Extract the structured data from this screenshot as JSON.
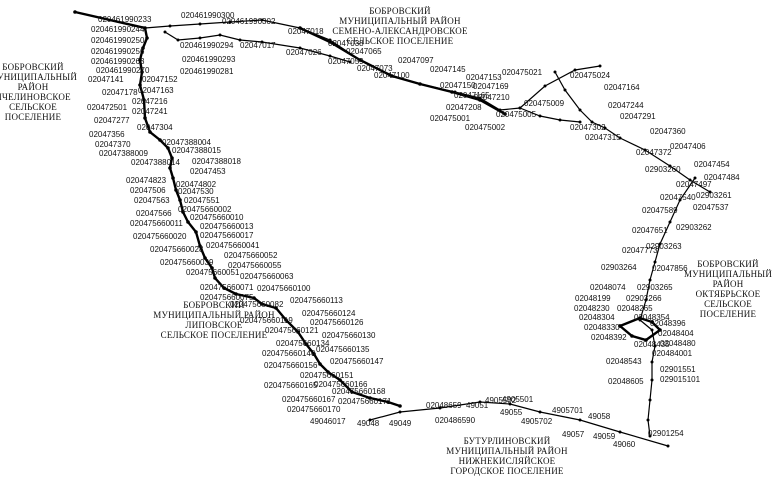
{
  "map": {
    "areas": [
      {
        "id": "semeno",
        "lines": [
          "БОБРОВСКИЙ",
          "МУНИЦИПАЛЬНЫЙ РАЙОН",
          "СЕМЕНО-АЛЕКСАНДРОВСКОЕ",
          "СЕЛЬСКОЕ ПОСЕЛЕНИЕ"
        ]
      },
      {
        "id": "pchelinovskoe",
        "lines": [
          "БОБРОВСКИЙ",
          "МУНИЦИПАЛЬНЫЙ",
          "РАЙОН",
          "ПЧЕЛИНОВСКОЕ",
          "СЕЛЬСКОЕ",
          "ПОСЕЛЕНИЕ"
        ]
      },
      {
        "id": "lipovskoe",
        "lines": [
          "БОБРОВСКИЙ",
          "МУНИЦИПАЛЬНЫЙ РАЙОН",
          "ЛИПОВСКОЕ",
          "СЕЛЬСКОЕ ПОСЕЛЕНИЕ"
        ]
      },
      {
        "id": "oktyabrskoe",
        "lines": [
          "БОБРОВСКИЙ",
          "МУНИЦИПАЛЬНЫЙ",
          "РАЙОН",
          "ОКТЯБРЬСКОЕ",
          "СЕЛЬСКОЕ",
          "ПОСЕЛЕНИЕ"
        ]
      },
      {
        "id": "nizhnekislyaiskoe",
        "lines": [
          "БУТУРЛИНОВСКИЙ",
          "МУНИЦИПАЛЬНЫЙ РАЙОН",
          "НИЖНЕКИСЛЯЙСКОЕ",
          "ГОРОДСКОЕ ПОСЕЛЕНИЕ"
        ]
      }
    ],
    "point_labels": [
      "020461990233",
      "020461990244",
      "020461990250",
      "020461990256",
      "020461990263",
      "020461990270",
      "02047141",
      "020461990300",
      "020461990302",
      "020461990294",
      "020461990293",
      "020461990281",
      "02047017",
      "02047018",
      "02047026",
      "02047038",
      "02047059",
      "02047065",
      "02047073",
      "02047097",
      "02047100",
      "02047145",
      "02047150",
      "02047153",
      "02047165",
      "02047169",
      "02047208",
      "02047210",
      "020475001",
      "020475002",
      "020475005",
      "020475009",
      "020475021",
      "020475024",
      "02047152",
      "02047163",
      "02047178",
      "02047216",
      "020472501",
      "02047241",
      "02047277",
      "02047304",
      "02047356",
      "02047370",
      "02047388004",
      "02047388009",
      "02047388015",
      "02047388014",
      "02047388018",
      "02047453",
      "020474823",
      "020474802",
      "02047506",
      "02047530",
      "02047563",
      "02047551",
      "02047566",
      "020475660002",
      "020475660010",
      "020475660011",
      "020475660013",
      "020475660017",
      "020475660020",
      "020475660041",
      "020475660028",
      "020475660052",
      "020475660039",
      "020475660055",
      "020475660051",
      "020475660063",
      "020475660071",
      "020475660100",
      "020475660075",
      "020475660082",
      "020475660113",
      "020475660119",
      "020475660124",
      "020475660121",
      "020475660126",
      "020475660130",
      "020475660134",
      "020475660135",
      "020475660140",
      "020475660147",
      "020475660156",
      "020475660151",
      "020475660165",
      "020475660166",
      "020475660167",
      "020475660168",
      "020475660170",
      "020475660171",
      "49046017",
      "49048",
      "49049",
      "02048659",
      "020486590",
      "49051",
      "4905502",
      "4905501",
      "49055",
      "4905702",
      "4905701",
      "49057",
      "49058",
      "49059",
      "49060",
      "02901254",
      "02047244",
      "02047291",
      "02047302",
      "02047315",
      "02047360",
      "02047372",
      "02047406",
      "02047454",
      "02047484",
      "02047497",
      "02903260",
      "02903261",
      "02047540",
      "02047537",
      "02047589",
      "02903262",
      "02047651",
      "02903263",
      "02047773",
      "02903264",
      "02047856",
      "02903265",
      "02048074",
      "02903266",
      "02048199",
      "02048230",
      "02048265",
      "02048304",
      "02048330",
      "02048354",
      "02048392",
      "02048396",
      "02048404",
      "02048435",
      "02048480",
      "02048543",
      "020484001",
      "02901551",
      "029015101",
      "02048605",
      "02047164"
    ]
  }
}
